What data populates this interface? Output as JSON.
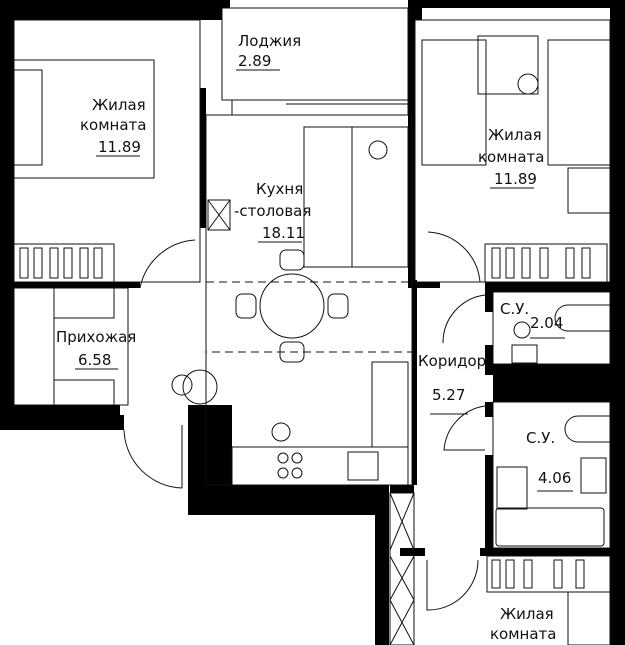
{
  "rooms": {
    "loggia": {
      "name": "Лоджия",
      "area": "2.89"
    },
    "living_left": {
      "name_1": "Жилая",
      "name_2": "комната",
      "area": "11.89"
    },
    "kitchen": {
      "name_1": "Кухня",
      "name_2": "-столовая",
      "area": "18.11"
    },
    "living_right": {
      "name_1": "Жилая",
      "name_2": "комната",
      "area": "11.89"
    },
    "bath_small": {
      "name": "С.У.",
      "area": "2.04"
    },
    "hallway": {
      "name": "Прихожая",
      "area": "6.58"
    },
    "corridor": {
      "name": "Коридор",
      "area": "5.27"
    },
    "bath_large": {
      "name": "С.У.",
      "area": "4.06"
    },
    "living_bottom": {
      "name_1": "Жилая",
      "name_2": "комната"
    }
  }
}
